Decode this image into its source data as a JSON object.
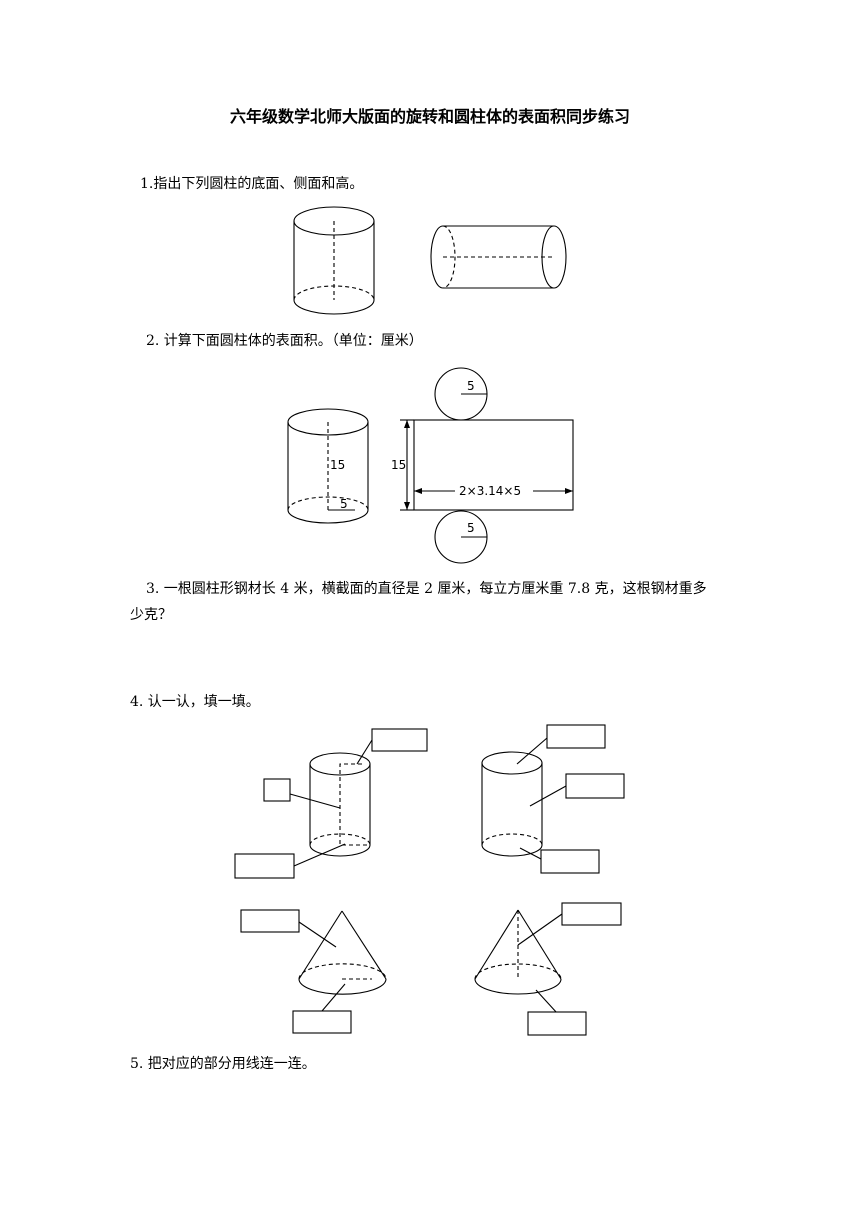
{
  "title": "六年级数学北师大版面的旋转和圆柱体的表面积同步练习",
  "questions": {
    "q1": "1.指出下列圆柱的底面、侧面和高。",
    "q2": "2. 计算下面圆柱体的表面积。（单位：厘米）",
    "q3_line1": "3. 一根圆柱形钢材长 4 米，横截面的直径是 2 厘米，每立方厘米重 7.8 克，这根钢材重多",
    "q3_line2": "少克？",
    "q4": "4. 认一认，填一填。",
    "q5": "5. 把对应的部分用线连一连。"
  },
  "figure2": {
    "height_label": "15",
    "radius_label": "5",
    "net_height_label": "15",
    "net_length_label": "2×3.14×5",
    "top_circle_radius": "5",
    "bottom_circle_radius": "5"
  }
}
